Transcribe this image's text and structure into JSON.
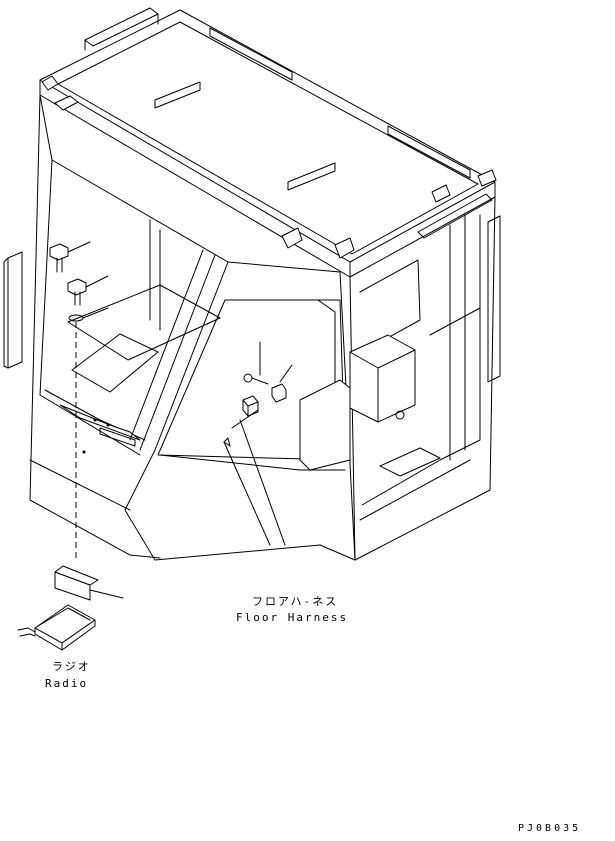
{
  "labels": {
    "floor_harness_jp": "フロアハ-ネス",
    "floor_harness_en": "Floor Harness",
    "radio_jp": "ラジオ",
    "radio_en": "Radio",
    "drawing_code": "PJ0B035"
  }
}
